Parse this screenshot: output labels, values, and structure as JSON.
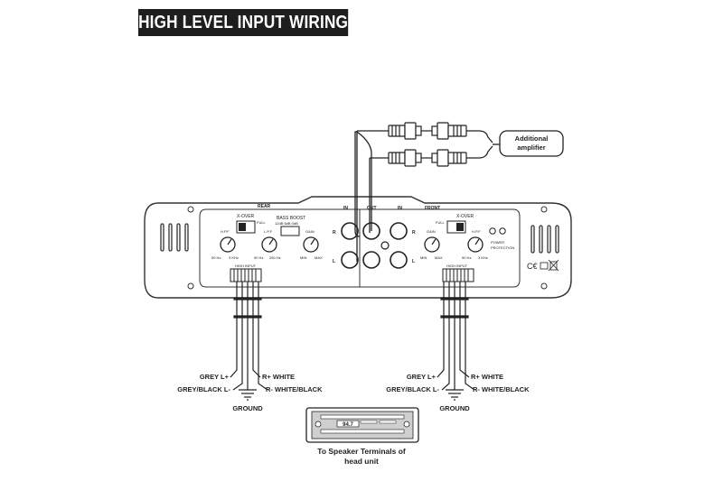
{
  "title": "HIGH LEVEL INPUT WIRING",
  "callout": {
    "line1": "Additional",
    "line2": "amplifier"
  },
  "amp": {
    "rear_label": "REAR",
    "front_label": "FRONT",
    "in_label": "IN",
    "out_label": "OUT",
    "in_label_2": "IN",
    "r_label": "R",
    "l_label": "L",
    "r_label_2": "R",
    "l_label_2": "L",
    "xover_label": "X-OVER",
    "full_label": "FULL",
    "hpf_label": "H.P.F",
    "lpf_label": "L.P.F",
    "gain_label": "GAIN",
    "bass_boost_label": "BASS BOOST",
    "bass_boost_values": "12dB 6dB 0dB",
    "hz50": "50 Hz",
    "khz3": "3 KHz",
    "hz50_b": "50 Hz",
    "hz250": "250 Hz",
    "min": "MIN",
    "max": "MAX",
    "high_input": "HIGH INPUT",
    "xover_label_2": "X-OVER",
    "full_label_2": "FULL",
    "gain_label_2": "GAIN",
    "hpf_label_2": "H.P.F",
    "min_2": "MIN",
    "max_2": "MAX",
    "hz50_2": "50 Hz",
    "khz3_2": "3 KHz",
    "power_label": "POWER",
    "protection_label": "PROTECTION",
    "high_input_2": "HIGH INPUT",
    "ce_mark": "C€"
  },
  "wires_left": {
    "grey_l_plus": "GREY L+",
    "grey_black_l_minus": "GREY/BLACK L-",
    "r_plus_white": "R+ WHITE",
    "r_minus_white_black": "R- WHITE/BLACK",
    "ground": "GROUND"
  },
  "wires_right": {
    "grey_l_plus": "GREY L+",
    "grey_black_l_minus": "GREY/BLACK L-",
    "r_plus_white": "R+ WHITE",
    "r_minus_white_black": "R- WHITE/BLACK",
    "ground": "GROUND"
  },
  "head_unit": {
    "display": "94.7",
    "caption_line1": "To Speaker Terminals of",
    "caption_line2": "head unit"
  }
}
